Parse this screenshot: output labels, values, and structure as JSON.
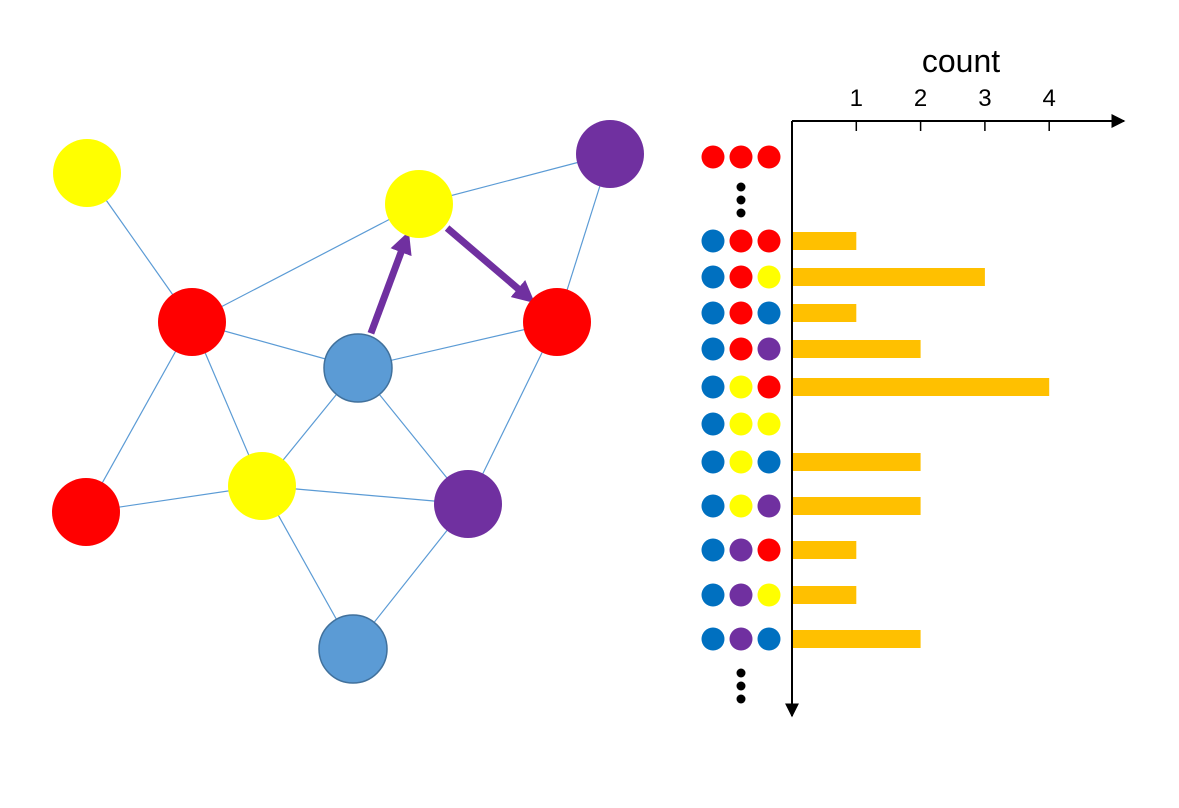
{
  "colors": {
    "red": "#ff0000",
    "yellow": "#ffff00",
    "purple": "#7030a0",
    "light_blue": "#5b9bd5",
    "dark_blue": "#0070c0",
    "bar": "#ffc000",
    "edge": "#5b9bd5",
    "arrow": "#7030a0",
    "axis": "#000000"
  },
  "graph": {
    "nodes": [
      {
        "id": "n1",
        "color": "yellow"
      },
      {
        "id": "n2",
        "color": "yellow"
      },
      {
        "id": "n3",
        "color": "purple"
      },
      {
        "id": "n4",
        "color": "red"
      },
      {
        "id": "n5",
        "color": "red"
      },
      {
        "id": "n6",
        "color": "light_blue"
      },
      {
        "id": "n7",
        "color": "red"
      },
      {
        "id": "n8",
        "color": "yellow"
      },
      {
        "id": "n9",
        "color": "purple"
      },
      {
        "id": "n10",
        "color": "light_blue"
      }
    ],
    "edges": [
      [
        "n1",
        "n4"
      ],
      [
        "n4",
        "n2"
      ],
      [
        "n2",
        "n3"
      ],
      [
        "n3",
        "n5"
      ],
      [
        "n4",
        "n6"
      ],
      [
        "n6",
        "n5"
      ],
      [
        "n4",
        "n7"
      ],
      [
        "n4",
        "n8"
      ],
      [
        "n6",
        "n8"
      ],
      [
        "n6",
        "n9"
      ],
      [
        "n5",
        "n9"
      ],
      [
        "n7",
        "n8"
      ],
      [
        "n8",
        "n9"
      ],
      [
        "n8",
        "n10"
      ],
      [
        "n9",
        "n10"
      ]
    ],
    "walk": [
      [
        "n6",
        "n2"
      ],
      [
        "n2",
        "n5"
      ]
    ]
  },
  "chart_data": {
    "type": "bar",
    "orientation": "horizontal",
    "xlabel": "count",
    "ticks": [
      "1",
      "2",
      "3",
      "4"
    ],
    "xlim": [
      0,
      5
    ],
    "categories": [
      [
        "red",
        "red",
        "red"
      ],
      "ellipsis",
      [
        "dark_blue",
        "red",
        "red"
      ],
      [
        "dark_blue",
        "red",
        "yellow"
      ],
      [
        "dark_blue",
        "red",
        "dark_blue"
      ],
      [
        "dark_blue",
        "red",
        "purple"
      ],
      [
        "dark_blue",
        "yellow",
        "red"
      ],
      [
        "dark_blue",
        "yellow",
        "yellow"
      ],
      [
        "dark_blue",
        "yellow",
        "dark_blue"
      ],
      [
        "dark_blue",
        "yellow",
        "purple"
      ],
      [
        "dark_blue",
        "purple",
        "red"
      ],
      [
        "dark_blue",
        "purple",
        "yellow"
      ],
      [
        "dark_blue",
        "purple",
        "dark_blue"
      ],
      "ellipsis"
    ],
    "values": [
      null,
      null,
      1,
      3,
      1,
      2,
      4,
      0,
      2,
      2,
      1,
      1,
      2,
      null
    ]
  }
}
